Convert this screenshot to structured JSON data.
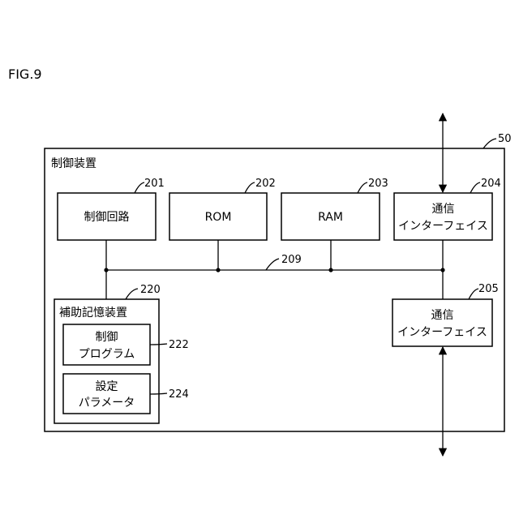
{
  "figure_label": "FIG.9",
  "device": {
    "label": "制御装置",
    "ref": "50"
  },
  "blocks": {
    "control_circuit": {
      "label": "制御回路",
      "ref": "201"
    },
    "rom": {
      "label": "ROM",
      "ref": "202"
    },
    "ram": {
      "label": "RAM",
      "ref": "203"
    },
    "comm_if_1": {
      "line1": "通信",
      "line2": "インターフェイス",
      "ref": "204"
    },
    "comm_if_2": {
      "line1": "通信",
      "line2": "インターフェイス",
      "ref": "205"
    },
    "aux_storage": {
      "label": "補助記憶装置",
      "ref": "220"
    },
    "control_program": {
      "line1": "制御",
      "line2": "プログラム",
      "ref": "222"
    },
    "setting_params": {
      "line1": "設定",
      "line2": "パラメータ",
      "ref": "224"
    }
  },
  "bus": {
    "ref": "209"
  }
}
